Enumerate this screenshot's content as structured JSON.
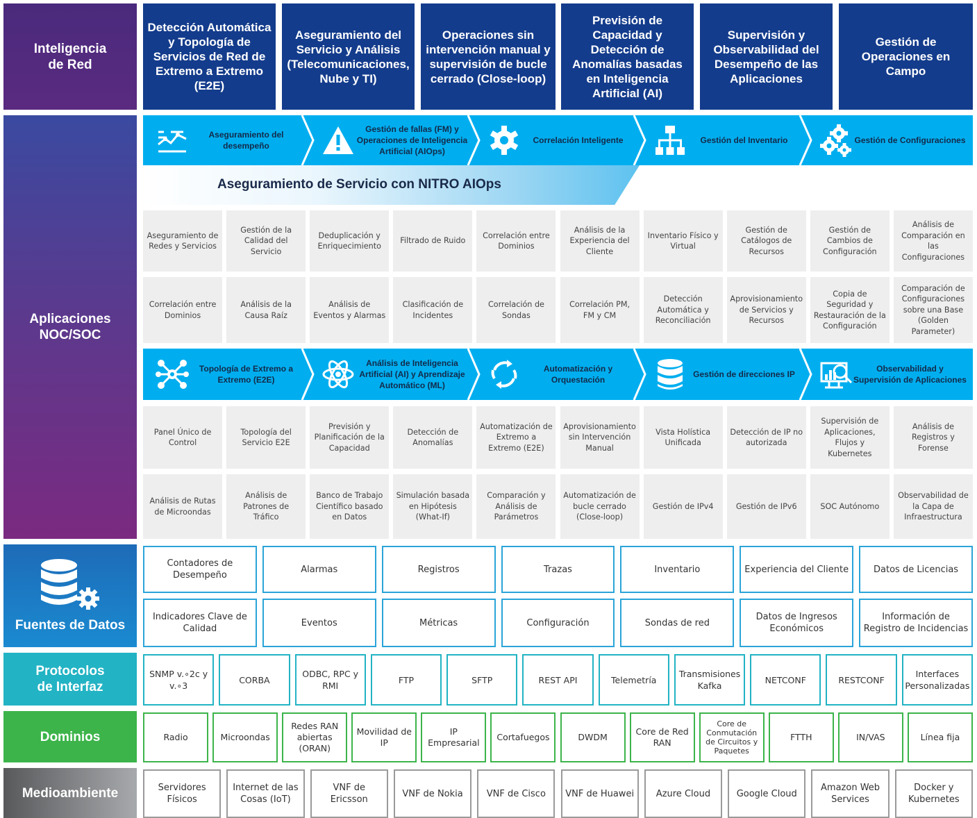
{
  "colors": {
    "top_blue": "#143c8c",
    "cyan": "#00aeef",
    "sidebar_purple": "#5a2a7a",
    "data_sources_blue": "#1e6bb8",
    "protocols_teal": "#22b3c4",
    "domains_green": "#3cb44a",
    "environment_gray": "#6d6e71"
  },
  "sidebar": {
    "network_intelligence": "Inteligencia de Red",
    "noc_soc": "Aplicaciones NOC/SOC",
    "data_sources": "Fuentes de Datos",
    "interface_protocols": "Protocolos de Interfaz",
    "domains": "Dominios",
    "environment": "Medioambiente"
  },
  "top_boxes": [
    "Detección Automática y Topología de Servicios de Red de Extremo a Extremo (E2E)",
    "Aseguramiento del Servicio y Análisis (Telecomunicaciones, Nube y TI)",
    "Operaciones sin intervención manual y supervisión de bucle cerrado (Close-loop)",
    "Previsión de Capacidad y Detección de Anomalías basadas en Inteligencia Artificial (AI)",
    "Supervisión y Observabilidad del Desempeño de las Aplicaciones",
    "Gestión de Operaciones en Campo"
  ],
  "banner1": [
    {
      "label": "Aseguramiento del desempeño",
      "icon": "performance-chart-icon"
    },
    {
      "label": "Gestión de fallas (FM) y Operaciones de Inteligencia Artificial (AIOps)",
      "icon": "warning-icon"
    },
    {
      "label": "Correlación Inteligente",
      "icon": "gear-icon"
    },
    {
      "label": "Gestión del Inventario",
      "icon": "hierarchy-icon"
    },
    {
      "label": "Gestión de Configuraciones",
      "icon": "gears-icon"
    }
  ],
  "nitro_title": "Aseguramiento de Servicio con NITRO AIOps",
  "grid1_row1": [
    "Aseguramiento de Redes y Servicios",
    "Gestión de la Calidad del Servicio",
    "Deduplicación y Enriquecimiento",
    "Filtrado de Ruido",
    "Correlación entre Dominios",
    "Análisis de la Experiencia del Cliente",
    "Inventario Físico y Virtual",
    "Gestión de Catálogos de Recursos",
    "Gestión de Cambios de Configuración",
    "Análisis de Comparación en las Configuraciones"
  ],
  "grid1_row2": [
    "Correlación entre Dominios",
    "Análisis de la Causa Raíz",
    "Análisis de Eventos y Alarmas",
    "Clasificación de Incidentes",
    "Correlación de Sondas",
    "Correlación PM, FM y CM",
    "Detección Automática y Reconciliación",
    "Aprovisionamiento de Servicios y Recursos",
    "Copia de Seguridad y Restauración de la Configuración",
    "Comparación de Configuraciones sobre una Base (Golden Parameter)"
  ],
  "banner2": [
    {
      "label": "Topología de Extremo a Extremo (E2E)",
      "icon": "network-nodes-icon"
    },
    {
      "label": "Análisis de Inteligencia Artificial (AI) y Aprendizaje Automático (ML)",
      "icon": "atom-icon"
    },
    {
      "label": "Automatización y Orquestación",
      "icon": "cycle-arrows-icon"
    },
    {
      "label": "Gestión de direcciones IP",
      "icon": "database-icon"
    },
    {
      "label": "Observabilidad y Supervisión de Aplicaciones",
      "icon": "monitor-search-icon"
    }
  ],
  "grid2_row1": [
    "Panel Único de Control",
    "Topología del Servicio E2E",
    "Previsión y Planificación de la Capacidad",
    "Detección de Anomalías",
    "Automatización de Extremo a Extremo (E2E)",
    "Aprovisionamiento sin Intervención Manual",
    "Vista Holística Unificada",
    "Detección de IP no autorizada",
    "Supervisión de Aplicaciones, Flujos y Kubernetes",
    "Análisis de Registros y Forense"
  ],
  "grid2_row2": [
    "Análisis de Rutas de Microondas",
    "Análisis de Patrones de Tráfico",
    "Banco de Trabajo Científico basado en Datos",
    "Simulación basada en Hipótesis (What-If)",
    "Comparación y Análisis de Parámetros",
    "Automatización de bucle cerrado (Close-loop)",
    "Gestión de IPv4",
    "Gestión de IPv6",
    "SOC Autónomo",
    "Observabilidad de la Capa de Infraestructura"
  ],
  "data_sources_row1": [
    "Contadores de Desempeño",
    "Alarmas",
    "Registros",
    "Trazas",
    "Inventario",
    "Experiencia del Cliente",
    "Datos de Licencias"
  ],
  "data_sources_row2": [
    "Indicadores Clave de Calidad",
    "Eventos",
    "Métricas",
    "Configuración",
    "Sondas de red",
    "Datos de Ingresos Económicos",
    "Información de Registro de Incidencias"
  ],
  "protocols": [
    "SNMP v.∘2c y v.∘3",
    "CORBA",
    "ODBC, RPC y RMI",
    "FTP",
    "SFTP",
    "REST API",
    "Telemetría",
    "Transmisiones Kafka",
    "NETCONF",
    "RESTCONF",
    "Interfaces Personalizadas"
  ],
  "domains": [
    "Radio",
    "Microondas",
    "Redes RAN abiertas (ORAN)",
    "Movilidad de IP",
    "IP Empresarial",
    "Cortafuegos",
    "DWDM",
    "Core de Red RAN",
    "Core de Conmutación de Circuitos y Paquetes",
    "FTTH",
    "IN/VAS",
    "Línea fija"
  ],
  "environment": [
    "Servidores Físicos",
    "Internet de las Cosas (IoT)",
    "VNF de Ericsson",
    "VNF de Nokia",
    "VNF de Cisco",
    "VNF de Huawei",
    "Azure Cloud",
    "Google Cloud",
    "Amazon Web Services",
    "Docker y Kubernetes"
  ]
}
